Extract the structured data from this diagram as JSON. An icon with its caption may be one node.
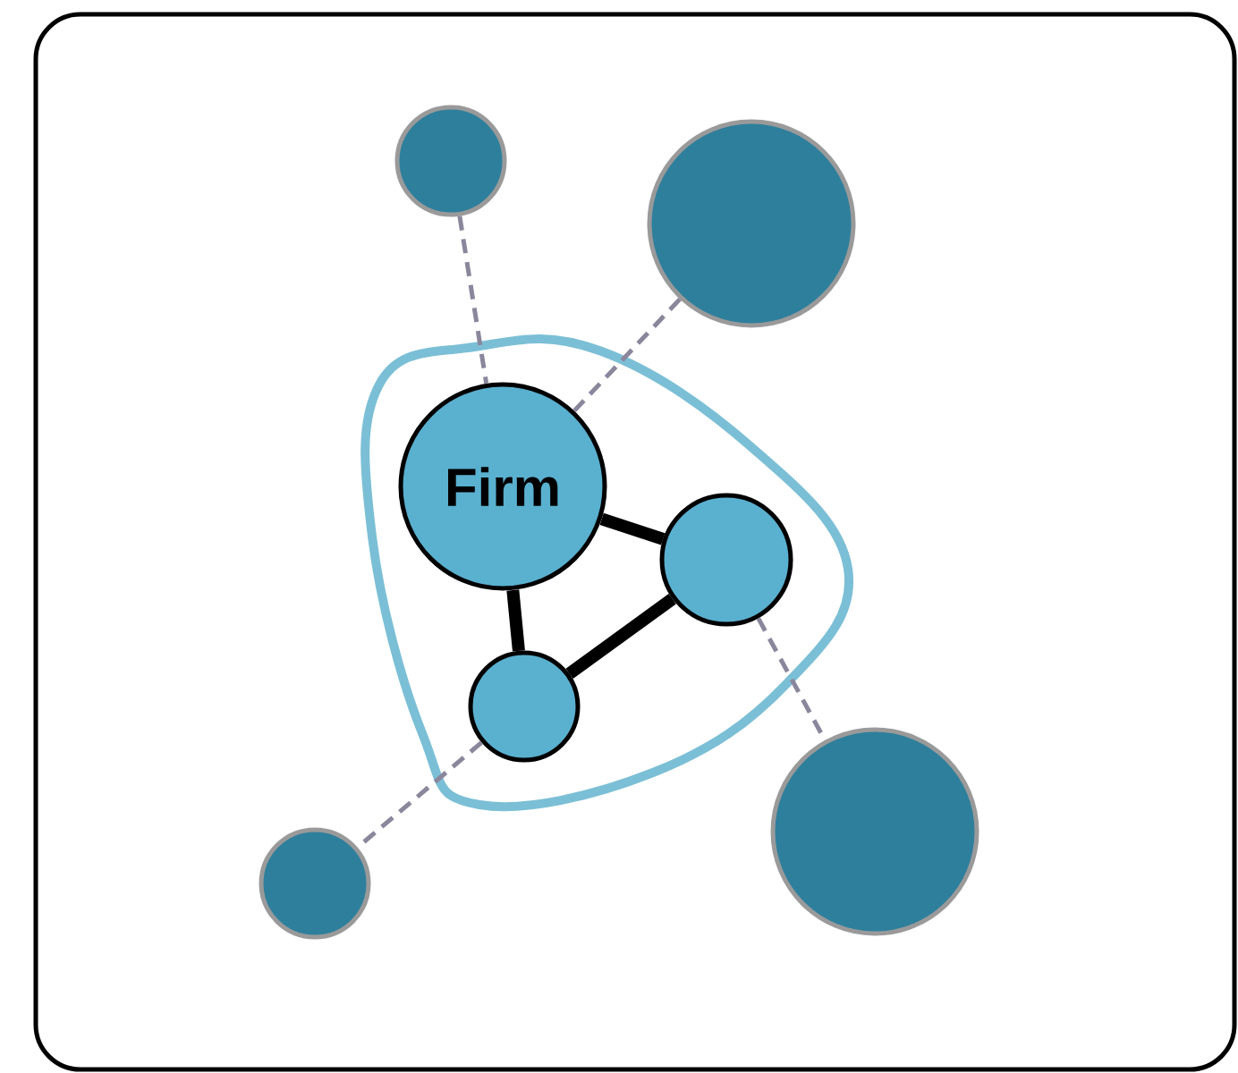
{
  "diagram": {
    "nodes": [
      {
        "text": [
          "Firm"
        ]
      },
      {
        "text": [],
        "shape": "circle"
      },
      {
        "text": [],
        "shape": "circle"
      },
      {
        "text": [],
        "shape": "circle"
      },
      {
        "text": [],
        "shape": "circle"
      },
      {
        "text": [],
        "shape": "circle"
      },
      {
        "text": [],
        "shape": "circle"
      }
    ],
    "edges": [
      {
        "from": 0,
        "to": 1,
        "arrow": "none",
        "style": "thick",
        "color": "#000000"
      },
      {
        "from": 1,
        "to": 2,
        "arrow": "none",
        "style": "thick",
        "color": "#000000"
      },
      {
        "from": 0,
        "to": 2,
        "arrow": "none",
        "style": "thick",
        "color": "#000000"
      },
      {
        "from": 3,
        "to": 0,
        "arrow": "none",
        "style": "dashed",
        "color": "#8a879c"
      },
      {
        "from": 4,
        "to": 0,
        "arrow": "none",
        "style": "dashed",
        "color": "#8a879c"
      },
      {
        "from": 1,
        "to": 6,
        "arrow": "none",
        "style": "dashed",
        "color": "#8a879c"
      },
      {
        "from": 2,
        "to": 5,
        "arrow": "none",
        "style": "dashed",
        "color": "#8a879c"
      }
    ]
  }
}
